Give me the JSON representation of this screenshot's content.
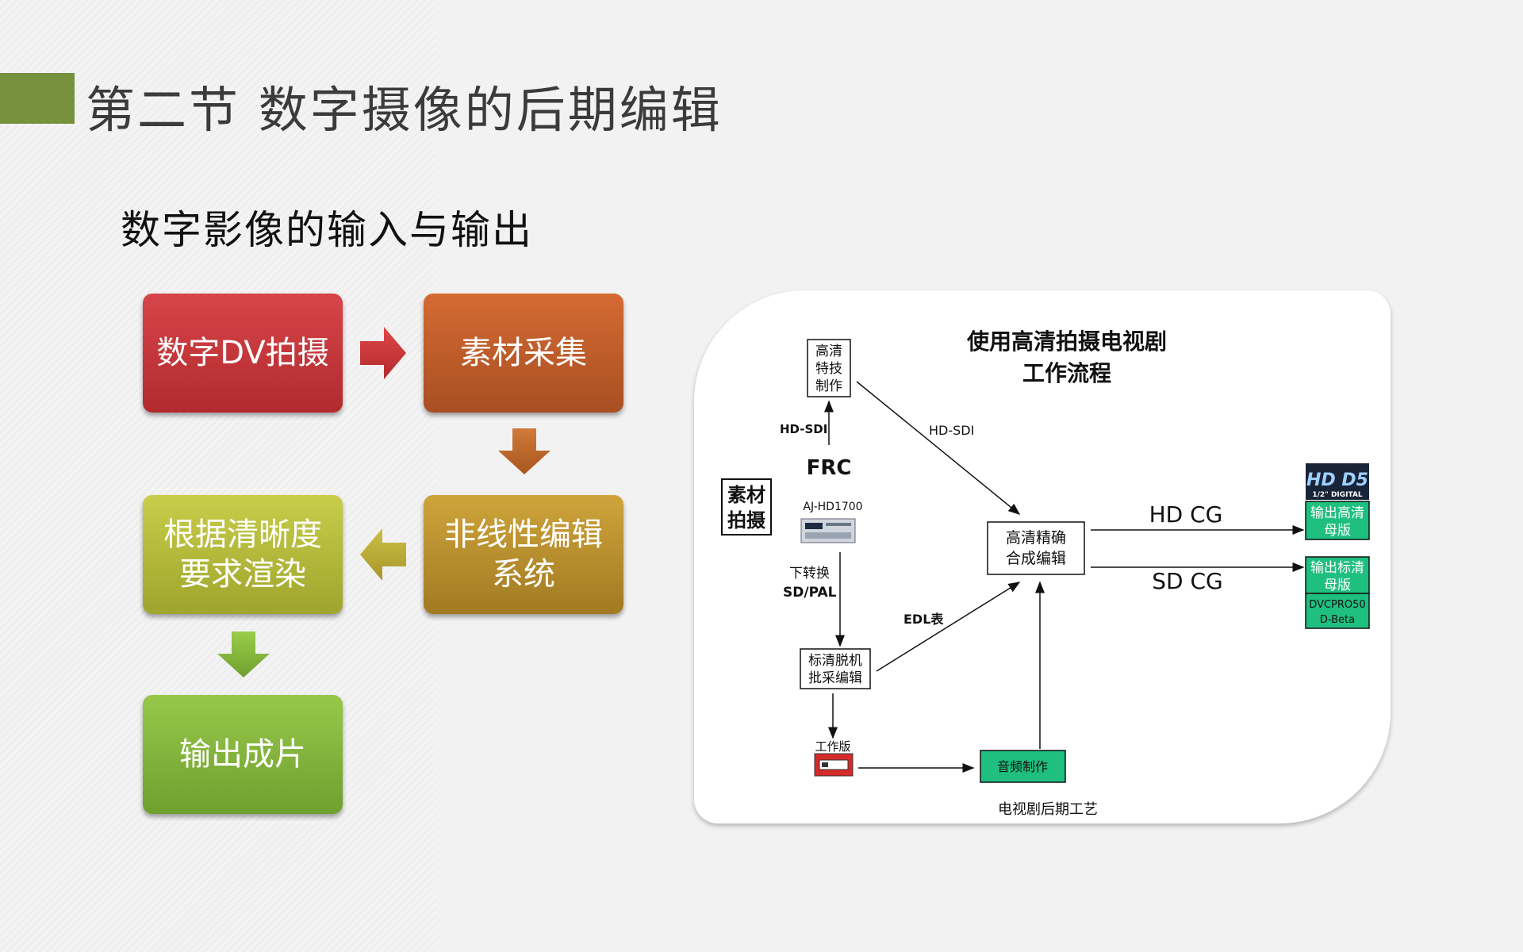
{
  "title": "第二节  数字摄像的后期编辑",
  "subtitle": "数字影像的输入与输出",
  "flow": {
    "box1": "数字DV拍摄",
    "box2": "素材采集",
    "box3": "非线性编辑系统",
    "box4": "根据清晰度要求渲染",
    "box5": "输出成片"
  },
  "diagram": {
    "title_line1": "使用高清拍摄电视剧",
    "title_line2": "工作流程",
    "sucai_line1": "素材",
    "sucai_line2": "拍摄",
    "gaoqing_texie_1": "高清",
    "gaoqing_texie_2": "特技",
    "gaoqing_texie_3": "制作",
    "hd_sdi_left": "HD-SDI",
    "hd_sdi_diag": "HD-SDI",
    "frc": "FRC",
    "camera_model": "AJ-HD1700",
    "down_convert_1": "下转换",
    "down_convert_2": "SD/PAL",
    "biaoqing_1": "标清脱机",
    "biaoqing_2": "批采编辑",
    "edl": "EDL表",
    "gongzuoban": "工作版",
    "audio": "音频制作",
    "hecheng_1": "高清精确",
    "hecheng_2": "合成编辑",
    "hd_cg": "HD CG",
    "sd_cg": "SD CG",
    "hd5_logo": "HD D5",
    "hd5_sub": "1/2\" DIGITAL",
    "out_hd_1": "输出高清",
    "out_hd_2": "母版",
    "out_sd_1": "输出标清",
    "out_sd_2": "母版",
    "dvc_1": "DVCPRO50",
    "dvc_2": "D-Beta",
    "caption": "电视剧后期工艺"
  },
  "colors": {
    "accent_green": "#76923c",
    "output_green": "#1fbf7f"
  }
}
